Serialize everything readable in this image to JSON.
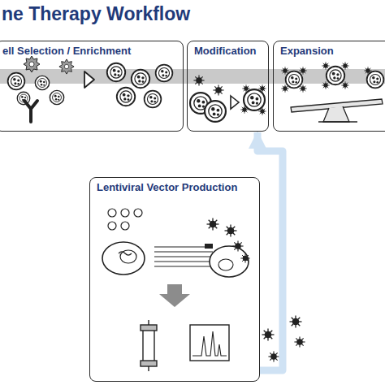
{
  "diagram": {
    "title": "ne Therapy Workflow",
    "nodes": [
      {
        "text": [
          "ell Selection / Enrichment"
        ]
      },
      {
        "text": [
          "Modification"
        ]
      },
      {
        "text": [
          "Expansion"
        ]
      },
      {
        "text": [
          "Lentiviral Vector Production"
        ]
      }
    ],
    "edges": [
      {
        "from": 3,
        "to": 1,
        "arrow": "to"
      }
    ]
  }
}
